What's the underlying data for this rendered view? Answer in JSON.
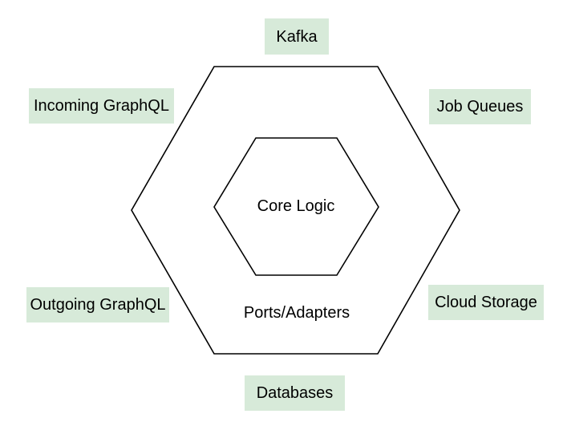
{
  "diagram": {
    "type": "hexagonal-architecture",
    "outer_hexagon": {
      "label": "Ports/Adapters"
    },
    "inner_hexagon": {
      "label": "Core Logic"
    },
    "adapters": {
      "top": {
        "label": "Kafka"
      },
      "upper_left": {
        "label": "Incoming GraphQL"
      },
      "upper_right": {
        "label": "Job Queues"
      },
      "lower_left": {
        "label": "Outgoing GraphQL"
      },
      "lower_right": {
        "label": "Cloud Storage"
      },
      "bottom": {
        "label": "Databases"
      }
    }
  },
  "colors": {
    "label_bg": "#d7ead9",
    "line_color": "#000000",
    "text_color": "#000000",
    "canvas_bg": "#ffffff"
  }
}
